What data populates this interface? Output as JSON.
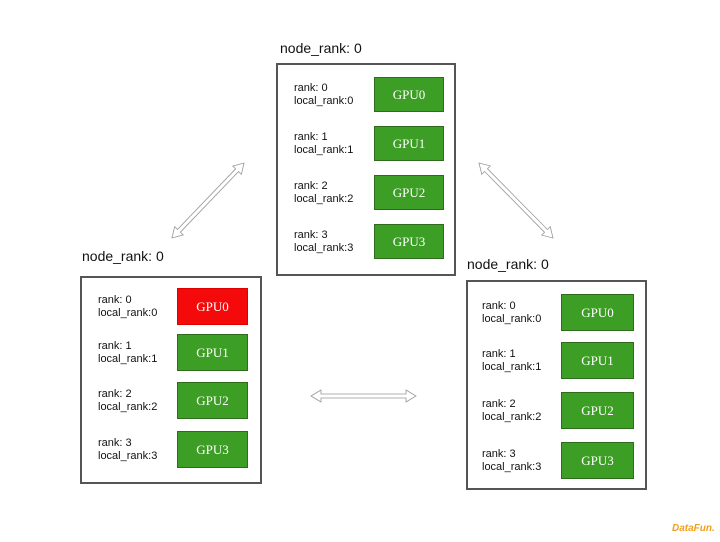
{
  "nodes": [
    {
      "label": "node_rank: 0",
      "ranks": [
        {
          "rank": "rank: 0",
          "local": "local_rank:0",
          "gpu": "GPU0",
          "status": "ok"
        },
        {
          "rank": "rank: 1",
          "local": "local_rank:1",
          "gpu": "GPU1",
          "status": "ok"
        },
        {
          "rank": "rank: 2",
          "local": "local_rank:2",
          "gpu": "GPU2",
          "status": "ok"
        },
        {
          "rank": "rank: 3",
          "local": "local_rank:3",
          "gpu": "GPU3",
          "status": "ok"
        }
      ]
    },
    {
      "label": "node_rank: 0",
      "ranks": [
        {
          "rank": "rank: 0",
          "local": "local_rank:0",
          "gpu": "GPU0",
          "status": "failed"
        },
        {
          "rank": "rank: 1",
          "local": "local_rank:1",
          "gpu": "GPU1",
          "status": "ok"
        },
        {
          "rank": "rank: 2",
          "local": "local_rank:2",
          "gpu": "GPU2",
          "status": "ok"
        },
        {
          "rank": "rank: 3",
          "local": "local_rank:3",
          "gpu": "GPU3",
          "status": "ok"
        }
      ]
    },
    {
      "label": "node_rank: 0",
      "ranks": [
        {
          "rank": "rank: 0",
          "local": "local_rank:0",
          "gpu": "GPU0",
          "status": "ok"
        },
        {
          "rank": "rank: 1",
          "local": "local_rank:1",
          "gpu": "GPU1",
          "status": "ok"
        },
        {
          "rank": "rank: 2",
          "local": "local_rank:2",
          "gpu": "GPU2",
          "status": "ok"
        },
        {
          "rank": "rank: 3",
          "local": "local_rank:3",
          "gpu": "GPU3",
          "status": "ok"
        }
      ]
    }
  ],
  "colors": {
    "gpu_ok": "#3d9e25",
    "gpu_failed": "#f40a0a"
  },
  "watermark": "DataFun."
}
